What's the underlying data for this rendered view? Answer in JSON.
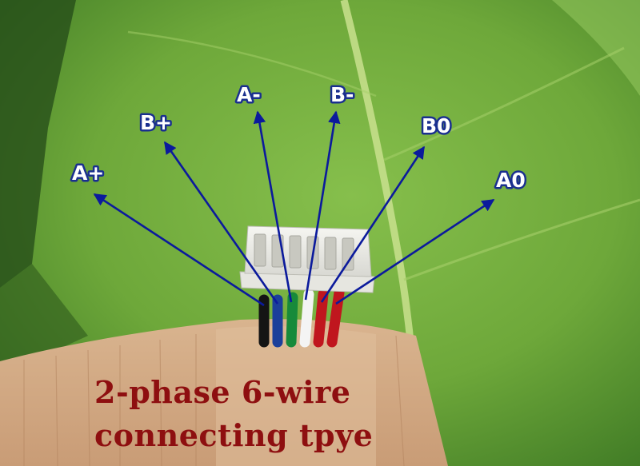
{
  "labels": {
    "a_plus": "A+",
    "b_plus": "B+",
    "a_minus": "A-",
    "b_minus": "B-",
    "b0": "B0",
    "a0": "A0"
  },
  "caption": {
    "line1": "2-phase 6-wire",
    "line2": "connecting tpye"
  },
  "colors": {
    "arrow": "#0b1a9c",
    "caption": "#8e0f10",
    "label_fill": "#ffffff",
    "label_outline": "#1a2f8f",
    "wires": [
      "#141414",
      "#1b3f9a",
      "#178a3a",
      "#f4f4f4",
      "#c0161e",
      "#c0161e"
    ]
  }
}
